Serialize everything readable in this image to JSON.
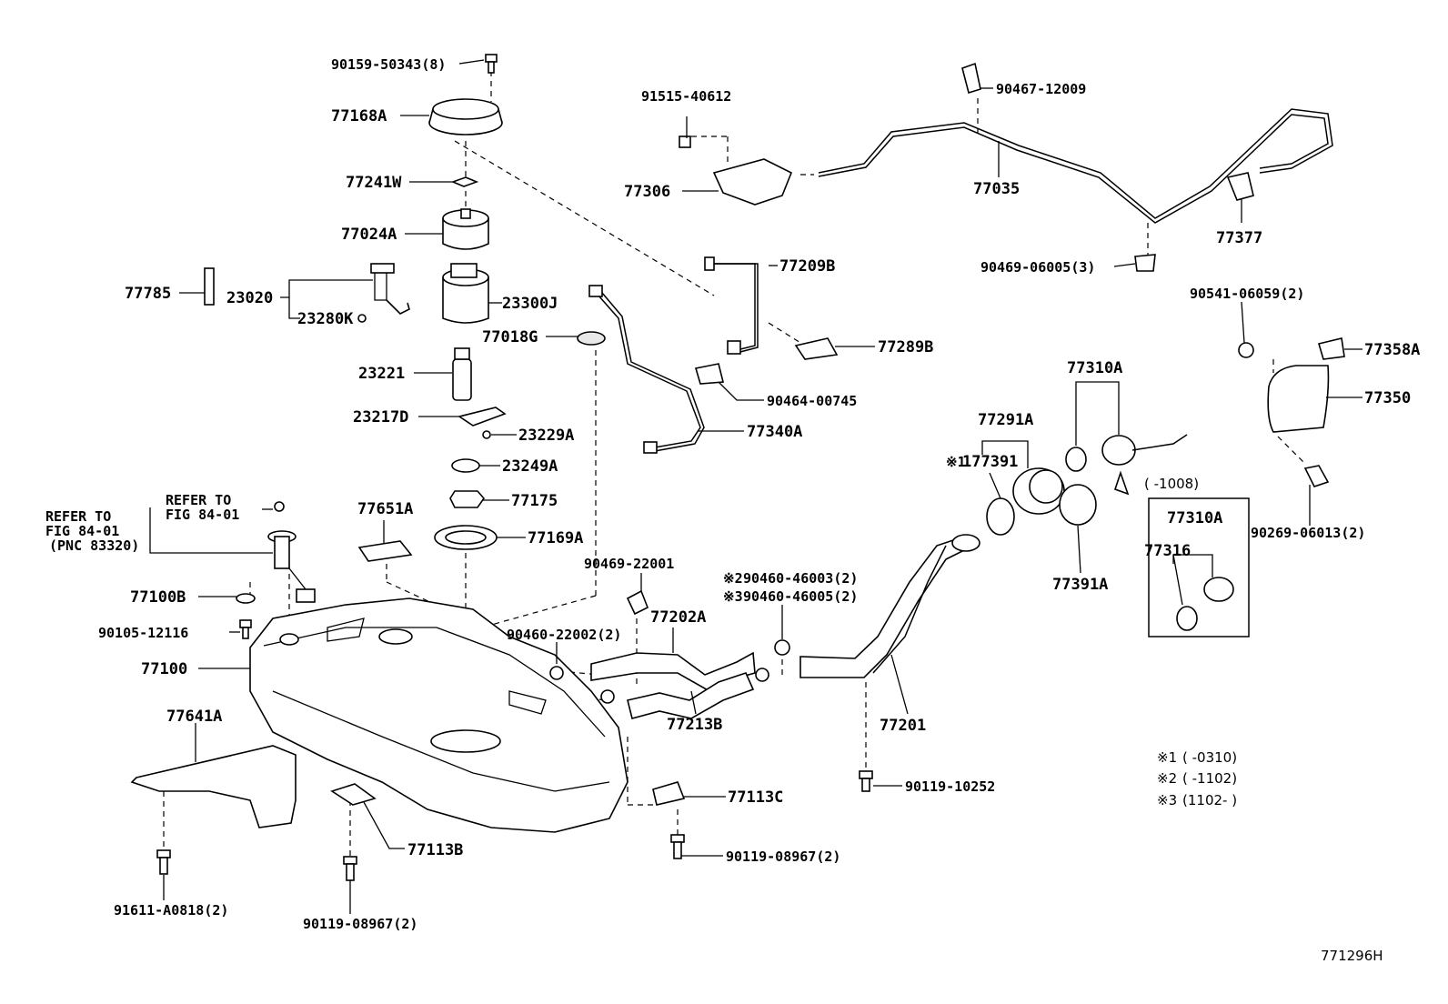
{
  "labels": {
    "p90159": "90159-50343(8)",
    "p77168A": "77168A",
    "p77241W": "77241W",
    "p77024A": "77024A",
    "p77785": "77785",
    "p23020": "23020",
    "p23280K": "23280K",
    "p23300J": "23300J",
    "p77018G": "77018G",
    "p23221": "23221",
    "p23217D": "23217D",
    "p23229A": "23229A",
    "p23249A": "23249A",
    "p77175": "77175",
    "p77169A": "77169A",
    "p77651A": "77651A",
    "p77100B": "77100B",
    "p90105": "90105-12116",
    "p77100": "77100",
    "p77641A": "77641A",
    "p91611": "91611-A0818(2)",
    "p90119a": "90119-08967(2)",
    "p77113B": "77113B",
    "p77113C": "77113C",
    "p90119b": "90119-08967(2)",
    "p91515": "91515-40612",
    "p77306": "77306",
    "p90467": "90467-12009",
    "p77035": "77035",
    "p77377": "77377",
    "p90469a": "90469-06005(3)",
    "p77209B": "77209B",
    "p77289B": "77289B",
    "p90464": "90464-00745",
    "p77340A": "77340A",
    "p90469b": "90469-22001",
    "p90460a": "90460-22002(2)",
    "p77202A": "77202A",
    "p77213B": "77213B",
    "p90460b": "90460-46003(2)",
    "p90460c": "90460-46005(2)",
    "p77201": "77201",
    "p90119c": "90119-10252",
    "p77291A": "77291A",
    "p177391": "177391",
    "p77310A": "77310A",
    "p77391A": "77391A",
    "p77310A2": "77310A",
    "p77316": "77316",
    "p90541": "90541-06059(2)",
    "p77358A": "77358A",
    "p77350": "77350",
    "p90269": "90269-06013(2)",
    "p1008": "(    -1008)",
    "mark1": "※1",
    "mark2": "※2",
    "mark3": "※3"
  },
  "refer": {
    "left_line1": "REFER TO",
    "left_line2": "FIG 84-01",
    "left_line3": "(PNC 83320)",
    "right_line1": "REFER TO",
    "right_line2": "FIG 84-01"
  },
  "legend": [
    {
      "mark": "※1",
      "range": "(       -0310)"
    },
    {
      "mark": "※2",
      "range": "(    -1102)"
    },
    {
      "mark": "※3",
      "range": "(1102-     )"
    }
  ],
  "diagram_code": "771296H"
}
